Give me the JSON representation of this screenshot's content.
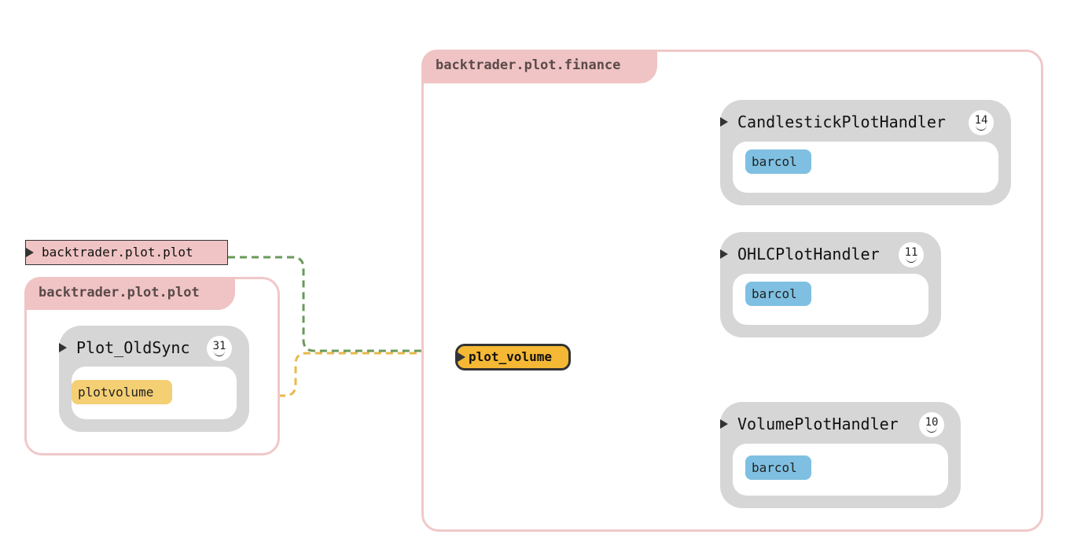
{
  "external_node": {
    "label": "backtrader.plot.plot"
  },
  "modules": {
    "plot": {
      "title": "backtrader.plot.plot",
      "class": {
        "name": "Plot_OldSync",
        "count": "31",
        "method": "plotvolume"
      }
    },
    "finance": {
      "title": "backtrader.plot.finance",
      "focus_function": "plot_volume",
      "classes": [
        {
          "name": "CandlestickPlotHandler",
          "count": "14",
          "method": "barcol"
        },
        {
          "name": "OHLCPlotHandler",
          "count": "11",
          "method": "barcol"
        },
        {
          "name": "VolumePlotHandler",
          "count": "10",
          "method": "barcol"
        }
      ]
    }
  },
  "colors": {
    "module_border": "#f0c8c8",
    "module_tab": "#f0c4c4",
    "class_bg": "#d6d6d6",
    "method_blue": "#7fc0e2",
    "method_yellow": "#f4cf74",
    "focus_bg": "#f5b835",
    "edge_green": "#6a9a5a",
    "edge_yellow": "#e8b84a",
    "edge_blue": "#4a9ec4"
  }
}
